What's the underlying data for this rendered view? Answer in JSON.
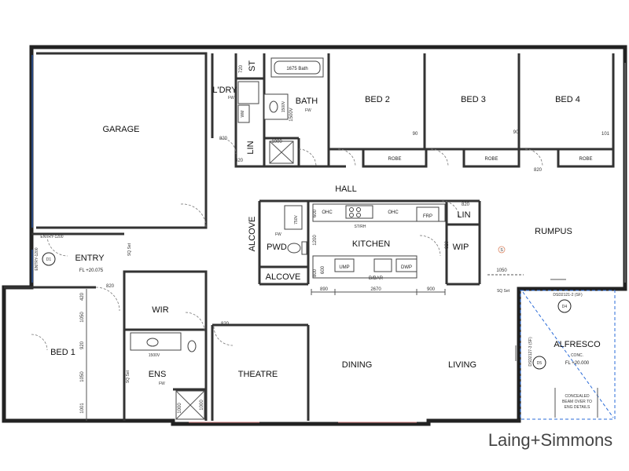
{
  "rooms": {
    "garage": "GARAGE",
    "laundry": "L'DRY",
    "bath": "BATH",
    "bed2": "BED 2",
    "bed3": "BED 3",
    "bed4": "BED 4",
    "hall": "HALL",
    "alcove_upper": "ALCOVE",
    "alcove_lower": "ALCOVE",
    "pwd": "PWD",
    "kitchen": "KITCHEN",
    "wip": "WIP",
    "lin_upper": "LIN",
    "lin_left": "LIN",
    "st": "ST",
    "rumpus": "RUMPUS",
    "entry": "ENTRY",
    "wir": "WIR",
    "bed1": "BED 1",
    "ens": "ENS",
    "theatre": "THEATRE",
    "dining": "DINING",
    "living": "LIVING",
    "alfresco": "ALFRESCO"
  },
  "fixtures": {
    "bath_tub": "1675 Bath",
    "robe2": "ROBE",
    "robe3": "ROBE",
    "robe4": "ROBE",
    "ohc_left": "OHC",
    "ohc_right": "OHC",
    "st_rh": "ST/RH",
    "frp": "FRP",
    "bbar": "B/BAR",
    "ump": "UMP",
    "dwp": "DWP",
    "wm": "WM",
    "fw_ldry": "FW",
    "fw_bath": "FW",
    "fw_pwd": "FW",
    "fw_ens": "FW",
    "vanity_bath": "1500V",
    "vanity_pwd": "750V",
    "vanity_ens": "1500V",
    "s_marker": "S",
    "sq_set_entry": "SQ Set",
    "sq_set_ens": "SQ Set",
    "sq_set_rumpus": "SQ Set"
  },
  "notes": {
    "entry_level": "FL +20.075",
    "entry_1200_top": "ENTRY-1200",
    "entry_1200_side": "ENTRY-1200",
    "d1": "D1",
    "d4": "D4",
    "d5": "D5",
    "dsd_top": "DSD2121-2 (SF)",
    "dsd_side": "DSD2127-3 (SF)",
    "alfresco_conc": "CONC.",
    "alfresco_level": "FL +20.000",
    "beam_note_1": "CONCEALED",
    "beam_note_2": "BEAM OVER TO",
    "beam_note_3": "ENG DETAILS"
  },
  "dimensions": {
    "d720": "720",
    "d1500_bath": "1500V",
    "d820_lin": "820",
    "d1000_bath": "1000",
    "d820_b2": "820",
    "d90_b2": "90",
    "d90_b3": "90",
    "d101_b4": "101",
    "d820_b4": "820",
    "d820_lin2": "820",
    "d600": "600",
    "d1200": "1200",
    "d800": "800",
    "d600b": "600",
    "d820_wip": "820",
    "d1050_rumpus": "1050",
    "d890": "890",
    "d2670": "2670",
    "d900": "900",
    "d820_entry": "820",
    "d420": "420",
    "d1050_a": "1050",
    "d920": "920",
    "d1050_b": "1050",
    "d1001": "1001",
    "d820_theatre": "820",
    "d1000_ens": "1000",
    "d1000_shower": "1000"
  },
  "brand": {
    "logo": "Laing+Simmons"
  }
}
